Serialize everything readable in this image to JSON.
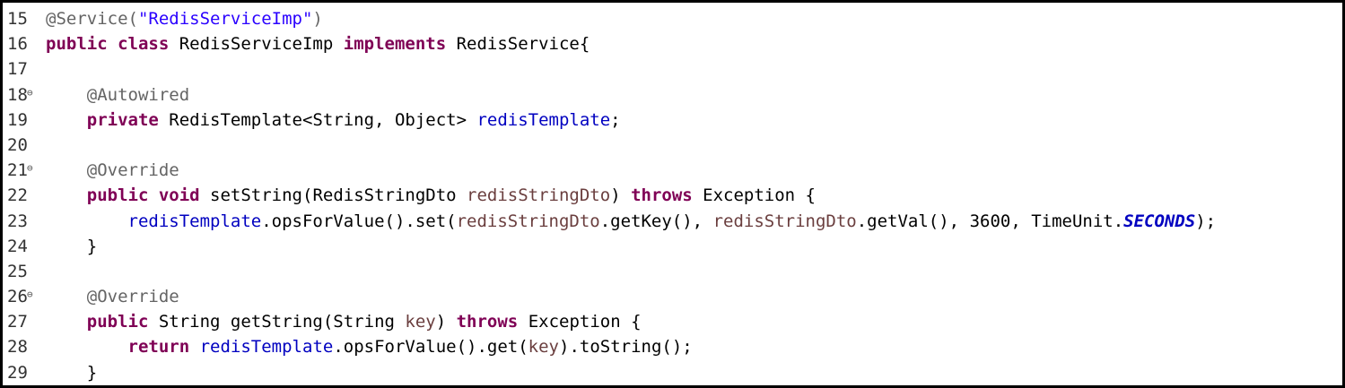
{
  "gutter": {
    "line_numbers": [
      "15",
      "16",
      "17",
      "18",
      "19",
      "20",
      "21",
      "22",
      "23",
      "24",
      "25",
      "26",
      "27",
      "28",
      "29"
    ]
  },
  "code": {
    "l15": {
      "a": "@Service(",
      "b": "\"RedisServiceImp\"",
      "c": ")"
    },
    "l16": {
      "kw1": "public class",
      "b": " RedisServiceImp ",
      "kw2": "implements",
      "c": " RedisService{"
    },
    "l17": {},
    "l18": {
      "indent": "    ",
      "ann": "@Autowired"
    },
    "l19": {
      "indent": "    ",
      "kw": "private",
      "b": " RedisTemplate<String, Object> ",
      "fld": "redisTemplate",
      "c": ";"
    },
    "l20": {},
    "l21": {
      "indent": "    ",
      "ann": "@Override"
    },
    "l22": {
      "indent": "    ",
      "kw1": "public void",
      "b": " setString(RedisStringDto ",
      "param": "redisStringDto",
      "c": ") ",
      "kw2": "throws",
      "d": " Exception {"
    },
    "l23": {
      "indent": "        ",
      "fld": "redisTemplate",
      "b": ".opsForValue().set(",
      "p1": "redisStringDto",
      "c": ".getKey(), ",
      "p2": "redisStringDto",
      "d": ".getVal(), 3600, TimeUnit.",
      "const": "SECONDS",
      "e": ");"
    },
    "l24": {
      "text": "    }"
    },
    "l25": {},
    "l26": {
      "indent": "    ",
      "ann": "@Override"
    },
    "l27": {
      "indent": "    ",
      "kw1": "public",
      "b": " String getString(String ",
      "param": "key",
      "c": ") ",
      "kw2": "throws",
      "d": " Exception {"
    },
    "l28": {
      "indent": "        ",
      "kw": "return",
      "sp": " ",
      "fld": "redisTemplate",
      "b": ".opsForValue().get(",
      "param": "key",
      "c": ").toString();"
    },
    "l29": {
      "text": "    }"
    }
  },
  "fold_markers": {
    "l18": "⊖",
    "l21": "⊖",
    "l26": "⊖"
  },
  "colors": {
    "keyword": "#7f0055",
    "annotation": "#646464",
    "string": "#2a00ff",
    "field": "#0000c0",
    "parameter": "#6a3e3e",
    "constant": "#0000c0"
  }
}
